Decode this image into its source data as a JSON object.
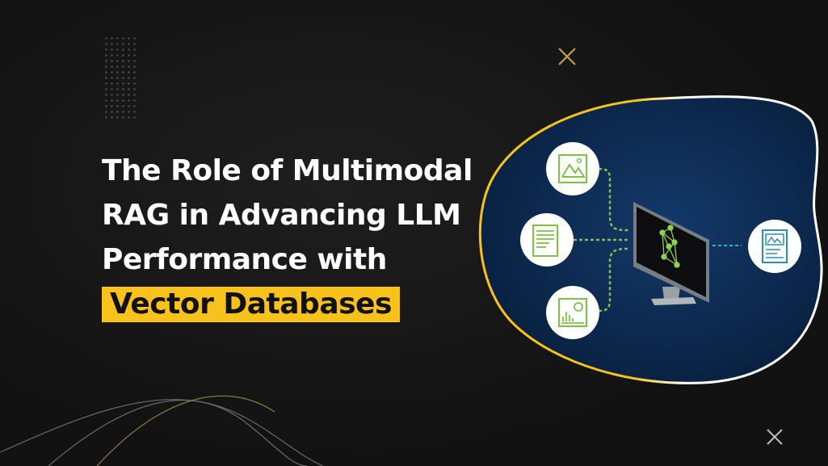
{
  "title": {
    "line1": "The Role of Multimodal",
    "line2": "RAG in Advancing LLM",
    "line3": "Performance with",
    "highlight": "Vector Databases"
  },
  "colors": {
    "background": "#141414",
    "accent_yellow": "#f7c21b",
    "blob_blue": "#0d2a52",
    "icon_green": "#7dc243",
    "output_teal": "#2b8fb0"
  },
  "icons": [
    "image-icon",
    "document-icon",
    "chart-icon",
    "neural-network-monitor-icon",
    "output-report-icon",
    "cross-mark-icon"
  ]
}
